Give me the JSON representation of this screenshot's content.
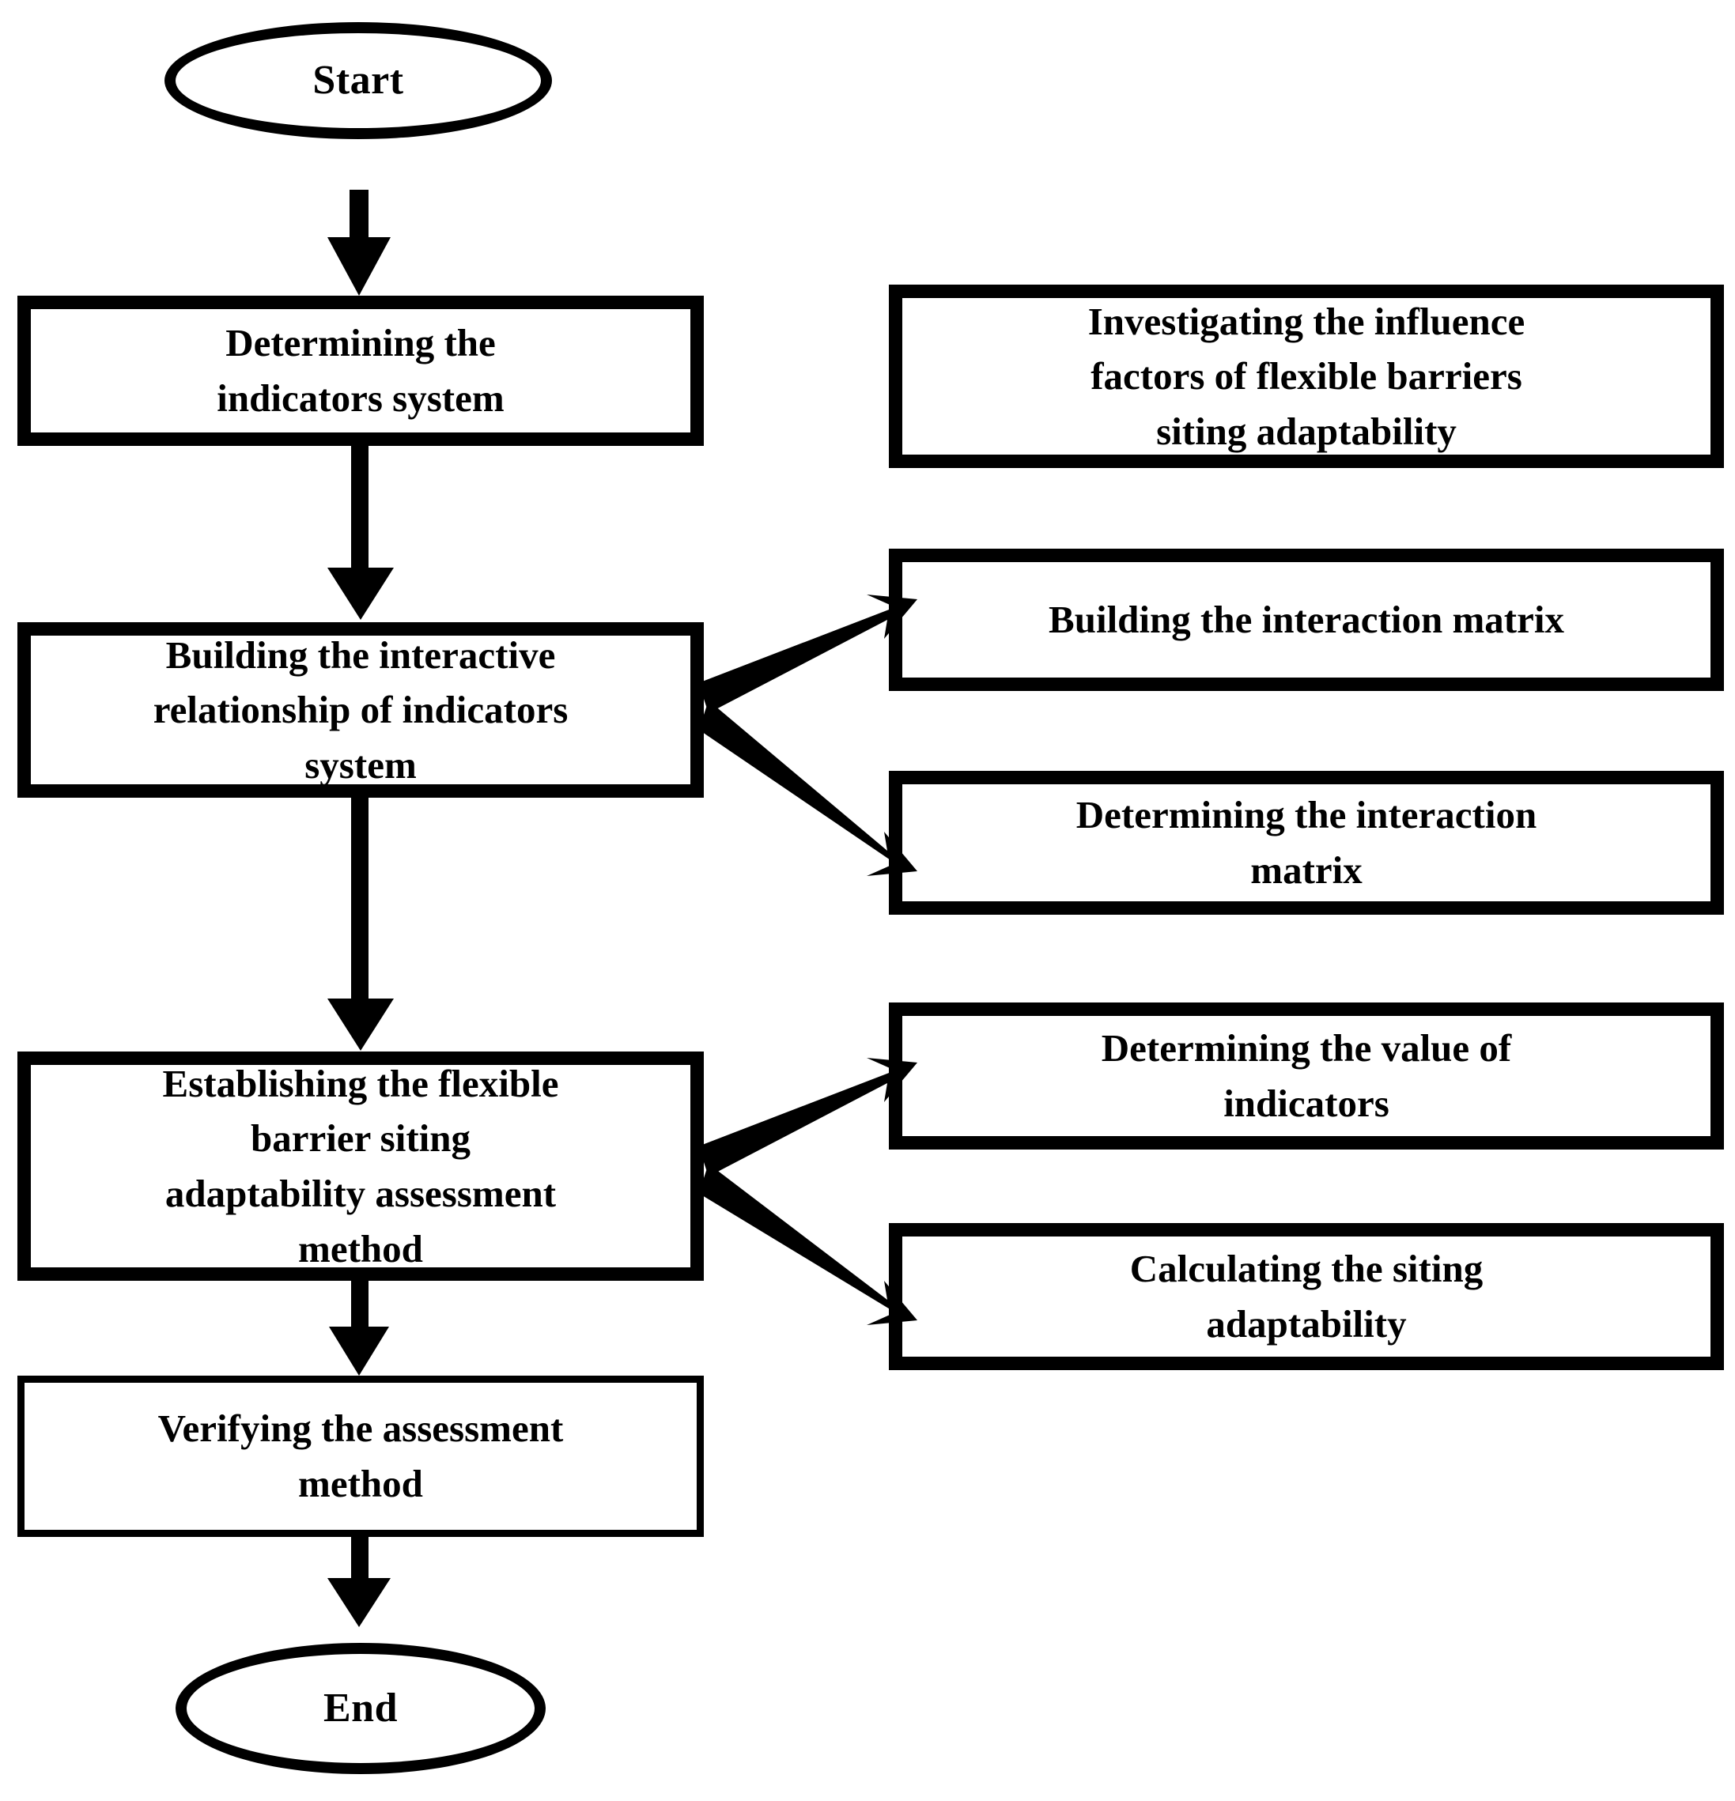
{
  "diagram": {
    "type": "flowchart",
    "orientation": "top-to-bottom with right-hand sub-step branches",
    "background_color": "#ffffff",
    "stroke_color": "#000000",
    "nodes": {
      "start": {
        "id": "start",
        "shape": "ellipse",
        "label": "Start"
      },
      "end": {
        "id": "end",
        "shape": "ellipse",
        "label": "End"
      },
      "step1": {
        "id": "step1",
        "shape": "rectangle",
        "label": "Determining  the\nindicators system"
      },
      "step2": {
        "id": "step2",
        "shape": "rectangle",
        "label": "Building the interactive\nrelationship of indicators\nsystem"
      },
      "step3": {
        "id": "step3",
        "shape": "rectangle",
        "label": "Establishing the flexible\nbarrier siting\nadaptability assessment\nmethod"
      },
      "step4": {
        "id": "step4",
        "shape": "rectangle",
        "label": "Verifying the assessment\nmethod"
      },
      "sub1": {
        "id": "sub1",
        "shape": "rectangle",
        "label": "Investigating the influence\nfactors of flexible barriers\nsiting adaptability"
      },
      "sub2": {
        "id": "sub2",
        "shape": "rectangle",
        "label": "Building the interaction matrix"
      },
      "sub3": {
        "id": "sub3",
        "shape": "rectangle",
        "label": "Determining the interaction\nmatrix"
      },
      "sub4": {
        "id": "sub4",
        "shape": "rectangle",
        "label": "Determining the value of\nindicators"
      },
      "sub5": {
        "id": "sub5",
        "shape": "rectangle",
        "label": "Calculating the siting\nadaptability"
      }
    },
    "edges": [
      {
        "from": "start",
        "to": "step1",
        "style": "vertical-arrow"
      },
      {
        "from": "step1",
        "to": "step2",
        "style": "vertical-arrow"
      },
      {
        "from": "step2",
        "to": "step3",
        "style": "vertical-arrow"
      },
      {
        "from": "step3",
        "to": "step4",
        "style": "vertical-arrow"
      },
      {
        "from": "step4",
        "to": "end",
        "style": "vertical-arrow"
      },
      {
        "from": "step2",
        "to": "sub2",
        "style": "diagonal-arrow"
      },
      {
        "from": "step2",
        "to": "sub3",
        "style": "diagonal-arrow"
      },
      {
        "from": "step3",
        "to": "sub4",
        "style": "diagonal-arrow"
      },
      {
        "from": "step3",
        "to": "sub5",
        "style": "diagonal-arrow"
      }
    ]
  }
}
